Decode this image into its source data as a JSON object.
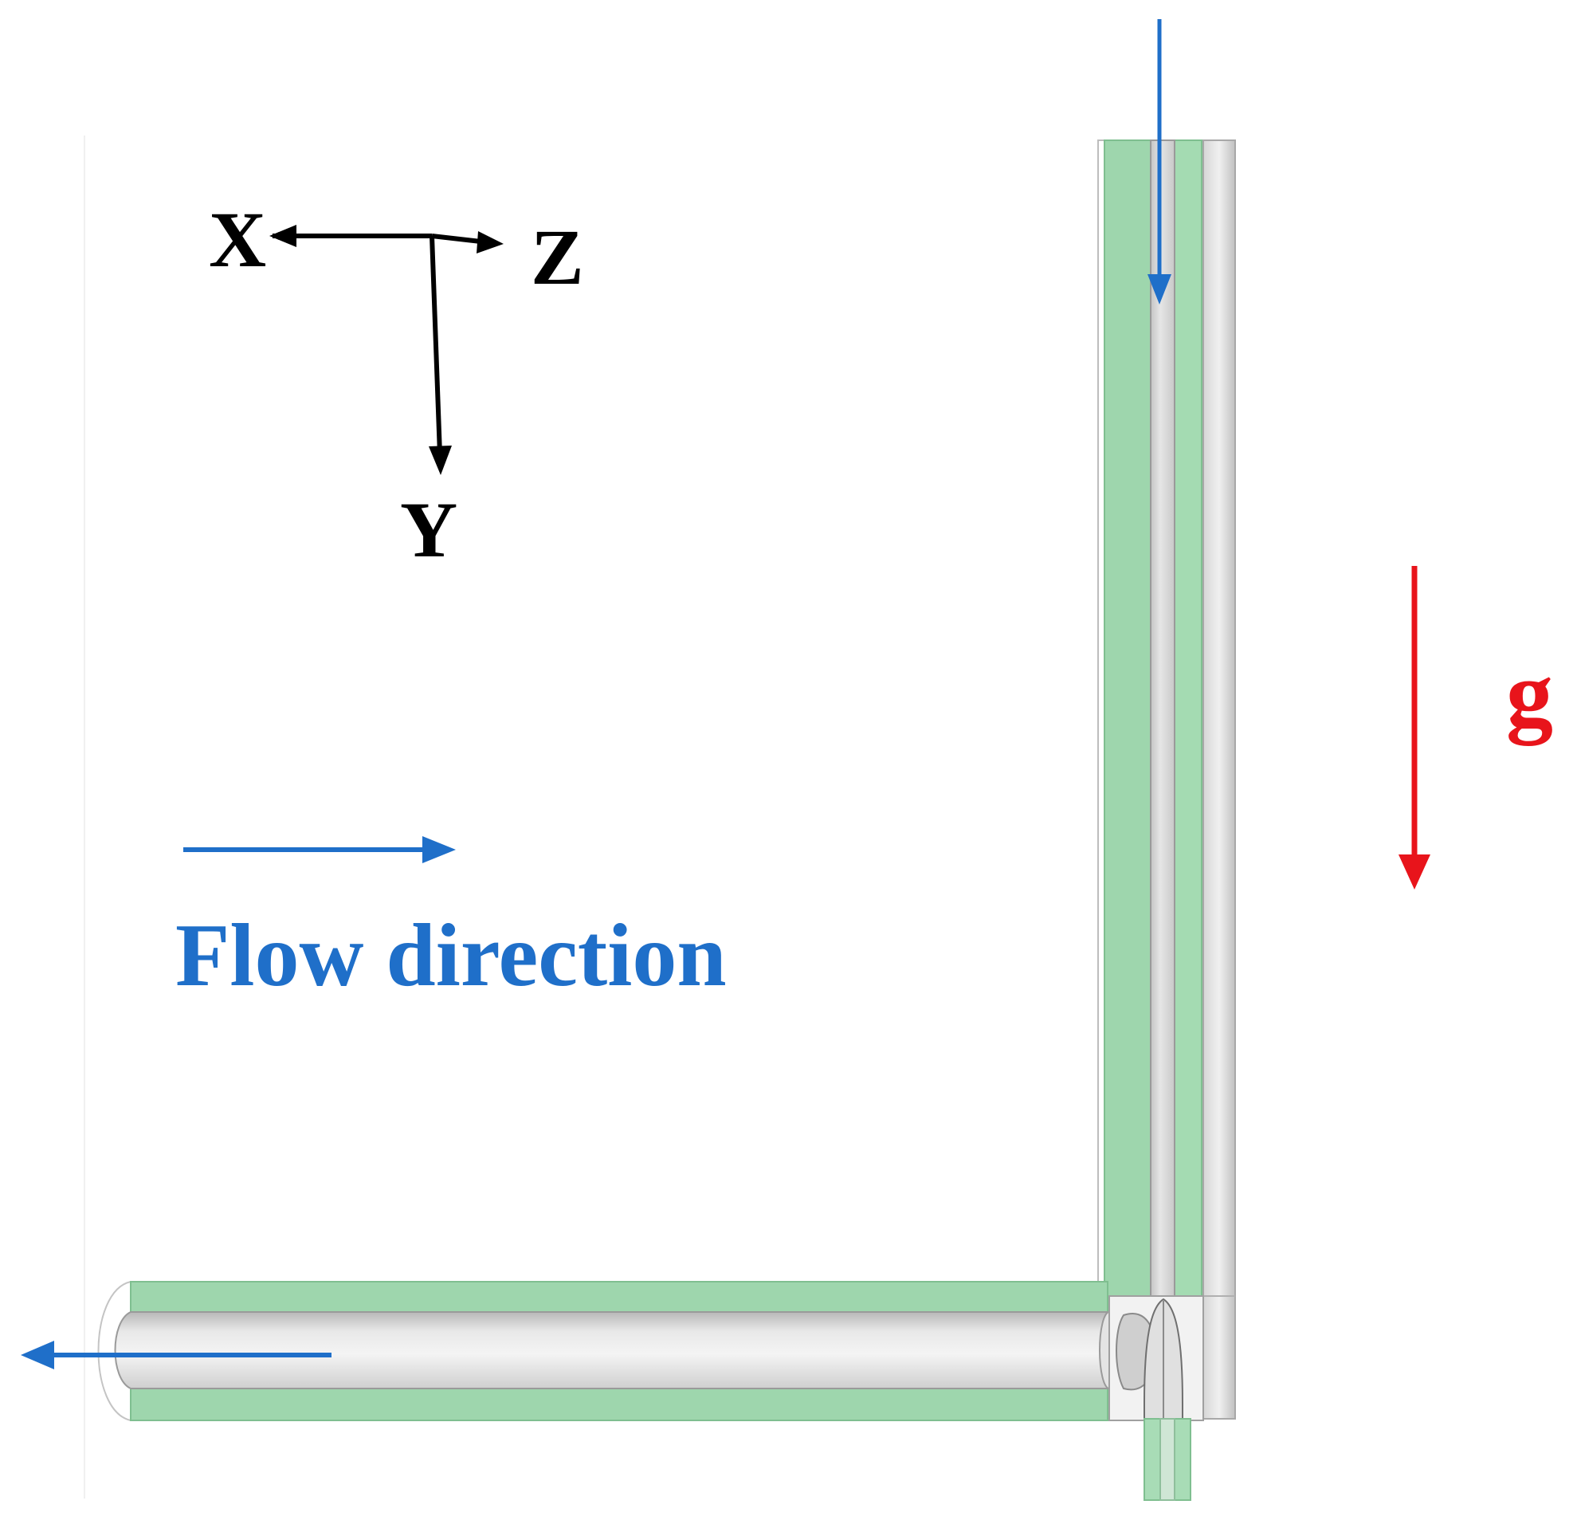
{
  "axes": {
    "x_label": "X",
    "y_label": "Y",
    "z_label": "Z"
  },
  "flow": {
    "label": "Flow direction"
  },
  "gravity": {
    "label": "g"
  },
  "colors": {
    "pipe_wall": "#9ed6ad",
    "pipe_bore": "#dcdcdc",
    "flow_arrow": "#1f6fc9",
    "gravity_arrow": "#e8141b",
    "axis_arrow": "#000000",
    "background": "#ffffff"
  }
}
